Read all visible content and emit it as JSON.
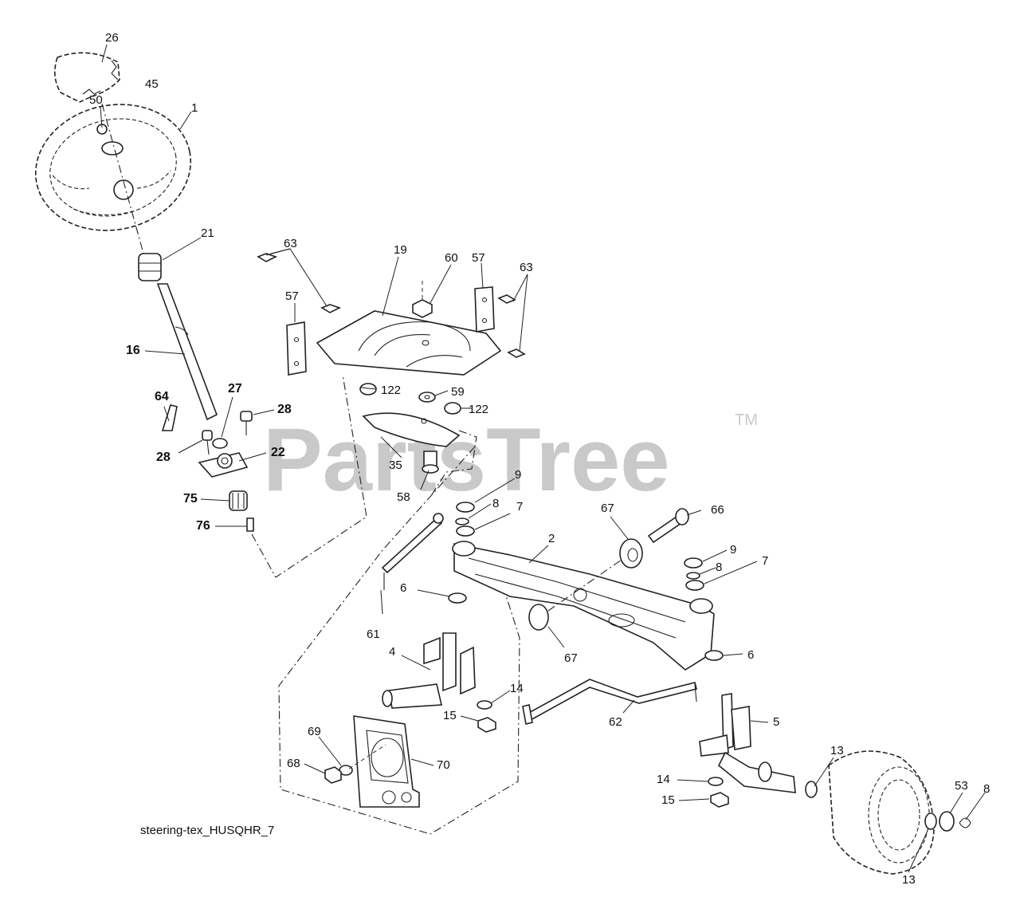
{
  "watermark": {
    "text": "PartsTree",
    "trademark": "TM"
  },
  "caption": "steering-tex_HUSQHR_7",
  "callouts": {
    "c26": "26",
    "c45": "45",
    "c50": "50",
    "c1": "1",
    "c21": "21",
    "c16": "16",
    "c64": "64",
    "c27": "27",
    "c28a": "28",
    "c28b": "28",
    "c22": "22",
    "c75": "75",
    "c76": "76",
    "c63a": "63",
    "c19": "19",
    "c60": "60",
    "c57a": "57",
    "c57b": "57",
    "c63b": "63",
    "c122a": "122",
    "c59": "59",
    "c122b": "122",
    "c35": "35",
    "c58": "58",
    "c9a": "9",
    "c8a": "8",
    "c7a": "7",
    "c67a": "67",
    "c66": "66",
    "c2": "2",
    "c9b": "9",
    "c8b": "8",
    "c7b": "7",
    "c6a": "6",
    "c61": "61",
    "c67b": "67",
    "c6b": "6",
    "c4": "4",
    "c14a": "14",
    "c15a": "15",
    "c62": "62",
    "c5": "5",
    "c69": "69",
    "c68": "68",
    "c70": "70",
    "c13a": "13",
    "c14b": "14",
    "c15b": "15",
    "c53": "53",
    "c8c": "8",
    "c13b": "13"
  }
}
